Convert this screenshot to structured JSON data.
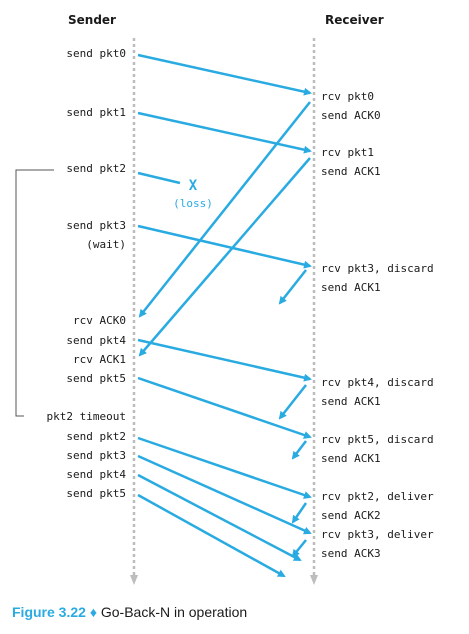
{
  "colors": {
    "arrow": "#29abe2",
    "timeline": "#bdbdbd",
    "bracket": "#555555"
  },
  "header": {
    "sender": "Sender",
    "receiver": "Receiver"
  },
  "sender_labels": [
    "send pkt0",
    "send pkt1",
    "send pkt2",
    "send pkt3",
    "(wait)",
    "rcv ACK0",
    "send pkt4",
    "rcv ACK1",
    "send pkt5",
    "pkt2 timeout",
    "send pkt2",
    "send pkt3",
    "send pkt4",
    "send pkt5"
  ],
  "receiver_labels": [
    "rcv pkt0",
    "send ACK0",
    "rcv pkt1",
    "send ACK1",
    "rcv pkt3, discard",
    "send ACK1",
    "rcv pkt4, discard",
    "send ACK1",
    "rcv pkt5, discard",
    "send ACK1",
    "rcv pkt2, deliver",
    "send ACK2",
    "rcv pkt3, deliver",
    "send ACK3"
  ],
  "loss": {
    "mark": "X",
    "label": "(loss)"
  },
  "caption": {
    "figure": "Figure 3.22",
    "separator": "♦",
    "text": "Go-Back-N in operation"
  }
}
